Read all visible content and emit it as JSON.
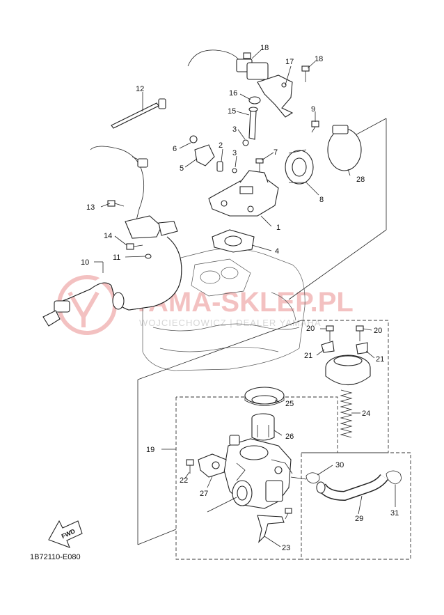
{
  "diagram_code": "1B72110-E080",
  "fwd_label": "FWD",
  "watermark": {
    "brand": "YAMA-SKLEP.PL",
    "subtitle": "WOJCIECHOWICZ | DEALER YAMAHA"
  },
  "callouts": [
    {
      "id": "c1",
      "label": "1"
    },
    {
      "id": "c2",
      "label": "2"
    },
    {
      "id": "c3a",
      "label": "3"
    },
    {
      "id": "c3b",
      "label": "3"
    },
    {
      "id": "c4",
      "label": "4"
    },
    {
      "id": "c5",
      "label": "5"
    },
    {
      "id": "c6",
      "label": "6"
    },
    {
      "id": "c7",
      "label": "7"
    },
    {
      "id": "c8",
      "label": "8"
    },
    {
      "id": "c9",
      "label": "9"
    },
    {
      "id": "c10",
      "label": "10"
    },
    {
      "id": "c11",
      "label": "11"
    },
    {
      "id": "c12",
      "label": "12"
    },
    {
      "id": "c13",
      "label": "13"
    },
    {
      "id": "c14",
      "label": "14"
    },
    {
      "id": "c15",
      "label": "15"
    },
    {
      "id": "c16",
      "label": "16"
    },
    {
      "id": "c17",
      "label": "17"
    },
    {
      "id": "c18a",
      "label": "18"
    },
    {
      "id": "c18b",
      "label": "18"
    },
    {
      "id": "c19",
      "label": "19"
    },
    {
      "id": "c20a",
      "label": "20"
    },
    {
      "id": "c20b",
      "label": "20"
    },
    {
      "id": "c21a",
      "label": "21"
    },
    {
      "id": "c21b",
      "label": "21"
    },
    {
      "id": "c22",
      "label": "22"
    },
    {
      "id": "c23",
      "label": "23"
    },
    {
      "id": "c24",
      "label": "24"
    },
    {
      "id": "c25",
      "label": "25"
    },
    {
      "id": "c26",
      "label": "26"
    },
    {
      "id": "c27",
      "label": "27"
    },
    {
      "id": "c28",
      "label": "28"
    },
    {
      "id": "c29",
      "label": "29"
    },
    {
      "id": "c30",
      "label": "30"
    },
    {
      "id": "c31",
      "label": "31"
    }
  ]
}
